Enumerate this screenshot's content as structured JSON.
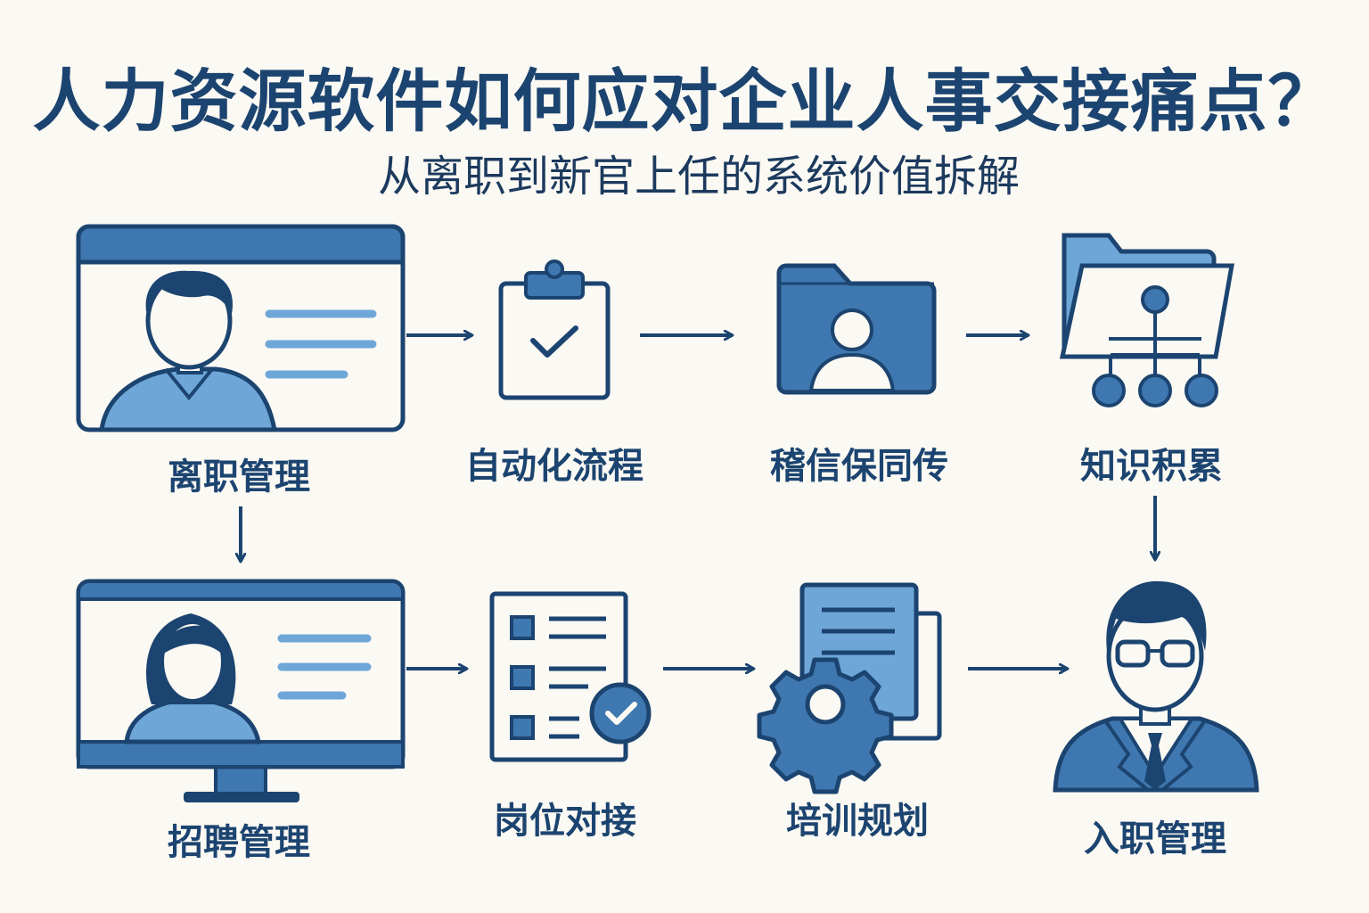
{
  "header": {
    "title": "人力资源软件如何应对企业人事交接痛点？",
    "subtitle": "从离职到新官上任的系统价值拆解"
  },
  "steps": {
    "resignation": "离职管理",
    "automation": "自动化流程",
    "audit": "稽信保同传",
    "knowledge": "知识积累",
    "recruitment": "招聘管理",
    "handover": "岗位对接",
    "training": "培训规划",
    "onboarding": "入职管理"
  },
  "colors": {
    "dark_blue": "#1c4470",
    "mid_blue": "#3f78b0",
    "light_blue": "#6ea6d8",
    "background": "#fbf9f3"
  }
}
